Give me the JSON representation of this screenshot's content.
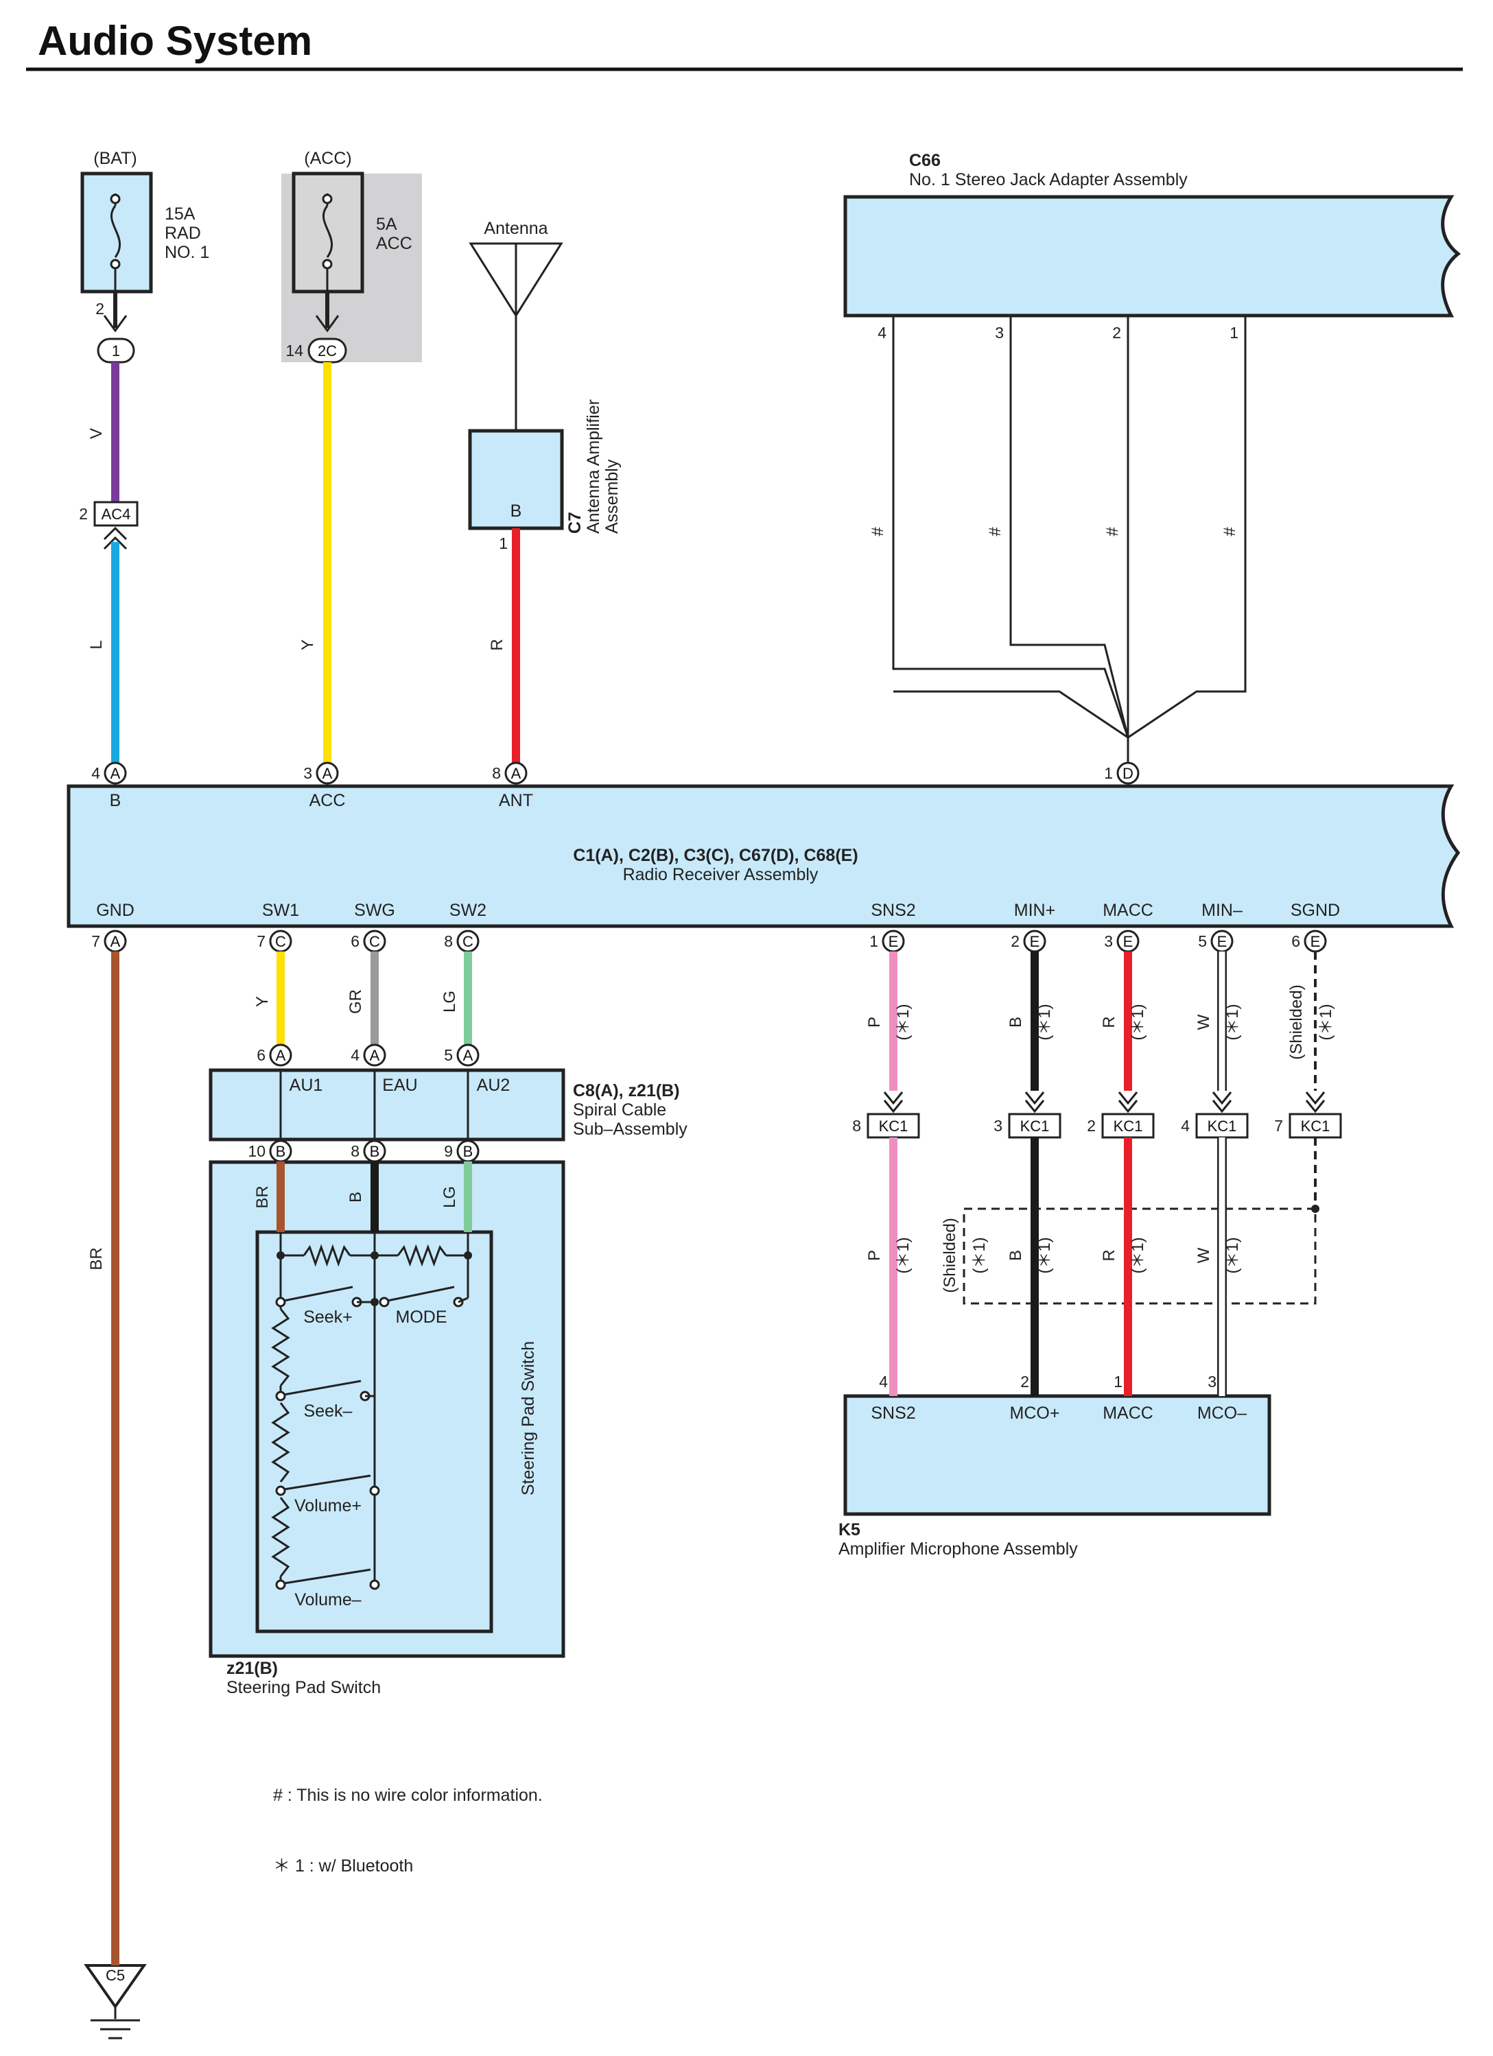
{
  "title": "Audio System",
  "fuses": {
    "bat": {
      "supply": "(BAT)",
      "rating": "15A",
      "name1": "RAD",
      "name2": "NO. 1",
      "pin": "2"
    },
    "acc": {
      "supply": "(ACC)",
      "rating": "5A",
      "name1": "ACC",
      "pin": "14"
    }
  },
  "antenna": {
    "label": "Antenna",
    "amp_code": "C7",
    "amp_name1": "Antenna Amplifier",
    "amp_name2": "Assembly",
    "amp_pin_letter": "B",
    "amp_pin_num": "1"
  },
  "jack": {
    "code": "C66",
    "name": "No.  1 Stereo Jack Adapter Assembly",
    "pins": [
      "4",
      "3",
      "2",
      "1"
    ],
    "wire": "#"
  },
  "radio": {
    "code": "C1(A), C2(B), C3(C), C67(D), C68(E)",
    "name": "Radio Receiver Assembly",
    "top_terms": [
      "B",
      "ACC",
      "ANT"
    ],
    "top_pins": [
      {
        "n": "4",
        "c": "A"
      },
      {
        "n": "3",
        "c": "A"
      },
      {
        "n": "8",
        "c": "A"
      },
      {
        "n": "1",
        "c": "D"
      }
    ],
    "bottom_terms": [
      "GND",
      "SW1",
      "SWG",
      "SW2",
      "SNS2",
      "MIN+",
      "MACC",
      "MIN–",
      "SGND"
    ],
    "bottom_pins": [
      {
        "n": "7",
        "c": "A"
      },
      {
        "n": "7",
        "c": "C"
      },
      {
        "n": "6",
        "c": "C"
      },
      {
        "n": "8",
        "c": "C"
      },
      {
        "n": "1",
        "c": "E"
      },
      {
        "n": "2",
        "c": "E"
      },
      {
        "n": "3",
        "c": "E"
      },
      {
        "n": "5",
        "c": "E"
      },
      {
        "n": "6",
        "c": "E"
      }
    ]
  },
  "junctions": {
    "jc1": "1",
    "jc2": "2C",
    "ac4": "AC4",
    "ac4_pin": "2",
    "kc1": "KC1",
    "kc1_pins": [
      "8",
      "3",
      "2",
      "4",
      "7"
    ]
  },
  "wire_colors": {
    "v": "V",
    "l": "L",
    "y": "Y",
    "r": "R",
    "br": "BR",
    "gr": "GR",
    "lg": "LG",
    "p": "P",
    "b": "B",
    "w": "W",
    "note1": "(＊1)",
    "shielded": "(Shielded)"
  },
  "colors": {
    "violet": "#7a3a9a",
    "blue": "#1aa8e0",
    "yellow": "#ffe000",
    "red": "#e8202a",
    "brown": "#a8542e",
    "gray": "#9a9a9a",
    "light_green": "#7fcc9a",
    "pink": "#ef8fbf",
    "black": "#1a1a1a",
    "white": "#ffffff",
    "box_fill": "#c8e9f9"
  },
  "spiral": {
    "code": "C8(A), z21(B)",
    "name1": "Spiral Cable",
    "name2": "Sub–Assembly",
    "terms": [
      "AU1",
      "EAU",
      "AU2"
    ],
    "top_pins": [
      {
        "n": "6",
        "c": "A"
      },
      {
        "n": "4",
        "c": "A"
      },
      {
        "n": "5",
        "c": "A"
      }
    ],
    "bottom_pins": [
      {
        "n": "10",
        "c": "B"
      },
      {
        "n": "8",
        "c": "B"
      },
      {
        "n": "9",
        "c": "B"
      }
    ]
  },
  "steering": {
    "code": "z21(B)",
    "name": "Steering Pad Switch",
    "side_label": "Steering Pad Switch",
    "switches": [
      "Seek+",
      "MODE",
      "Seek–",
      "Volume+",
      "Volume–"
    ]
  },
  "mic": {
    "code": "K5",
    "name": "Amplifier Microphone Assembly",
    "terms": [
      "SNS2",
      "MCO+",
      "MACC",
      "MCO–"
    ],
    "pins": [
      "4",
      "2",
      "1",
      "3"
    ]
  },
  "ground": {
    "code": "C5"
  },
  "notes": [
    "# : This is no wire color information.",
    "＊ 1 : w/ Bluetooth"
  ]
}
